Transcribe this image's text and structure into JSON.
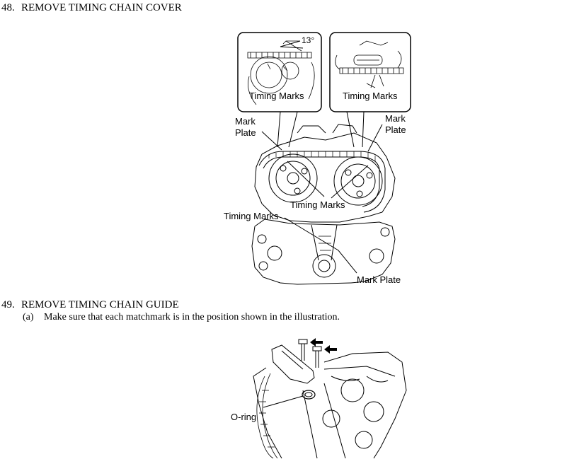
{
  "steps": [
    {
      "number": "48.",
      "title": "REMOVE TIMING CHAIN COVER"
    },
    {
      "number": "49.",
      "title": "REMOVE TIMING CHAIN GUIDE",
      "substeps": [
        {
          "letter": "(a)",
          "text": "Make sure that each matchmark is in the position shown in the illustration."
        }
      ]
    }
  ],
  "figure1": {
    "angle_label": "13°",
    "callout_left_label": "Timing Marks",
    "callout_right_label": "Timing Marks",
    "mark_plate_left": [
      "Mark",
      "Plate"
    ],
    "mark_plate_right": [
      "Mark",
      "Plate"
    ],
    "timing_marks_center": "Timing Marks",
    "timing_marks_left": "Timing Marks",
    "mark_plate_bottom": "Mark Plate"
  },
  "figure2": {
    "oring_label": "O-ring"
  }
}
